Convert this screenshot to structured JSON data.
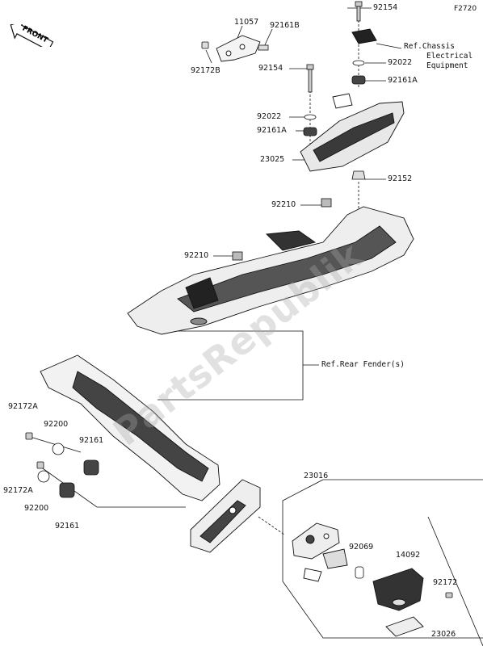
{
  "figure_code": "F2720",
  "watermark": "PartsRepublik",
  "front_label": "FRONT",
  "labels": {
    "l11057": "11057",
    "l92161B": "92161B",
    "l92172B": "92172B",
    "l92154a": "92154",
    "l92154b": "92154",
    "l92022a": "92022",
    "l92022b": "92022",
    "l92161Aa": "92161A",
    "l92161Ab": "92161A",
    "l23025": "23025",
    "l92152": "92152",
    "l92210a": "92210",
    "l92210b": "92210",
    "l92172Aa": "92172A",
    "l92172Ab": "92172A",
    "l92200a": "92200",
    "l92200b": "92200",
    "l92161a": "92161",
    "l92161b": "92161",
    "l23016": "23016",
    "l92069": "92069",
    "l14092": "14092",
    "l92172": "92172",
    "l23026": "23026"
  },
  "refs": {
    "chassis_line1": "Ref.Chassis",
    "chassis_line2": "Electrical",
    "chassis_line3": "Equipment",
    "rear_fender": "Ref.Rear Fender(s)"
  }
}
